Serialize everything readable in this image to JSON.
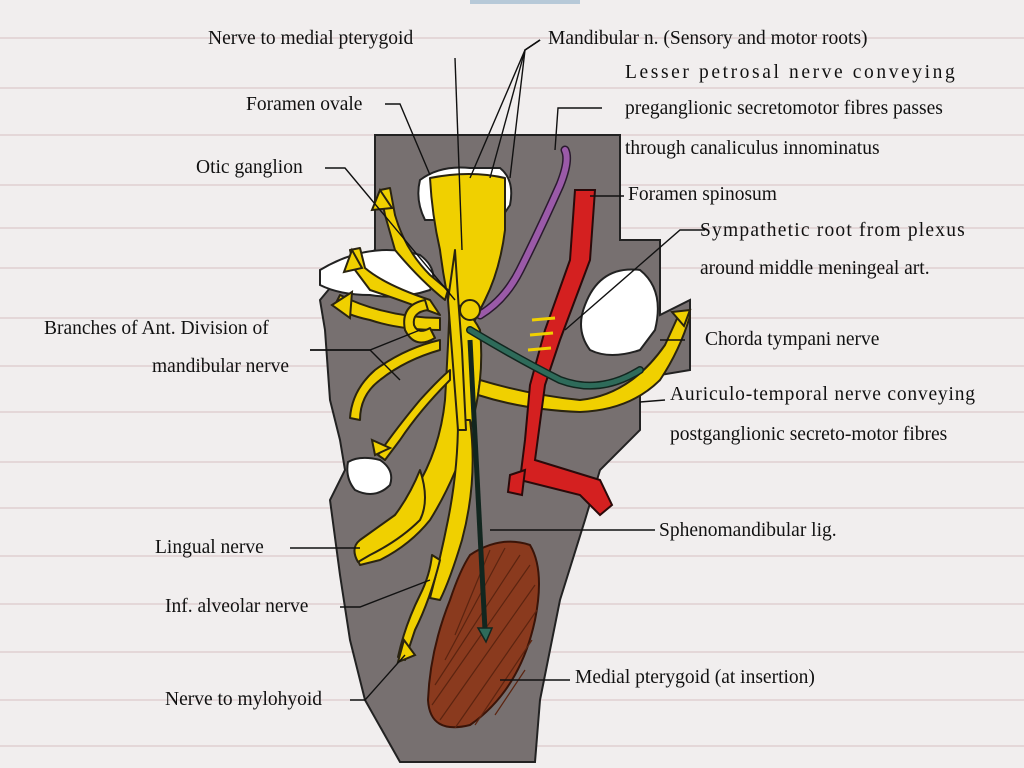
{
  "diagram": {
    "colors": {
      "background": "#f1eeee",
      "bone": "#777070",
      "nerve": "#f0d000",
      "nerve_outline": "#2a2410",
      "artery": "#d42020",
      "lesser_petrosal": "#9a5aa8",
      "chorda_tympani": "#2e6b5a",
      "muscle": "#8a3a1e",
      "leader": "#111111"
    },
    "labels": {
      "nerve_to_medial_pterygoid": "Nerve to medial pterygoid",
      "mandibular_n": "Mandibular n. (Sensory and motor roots)",
      "lesser_petrosal_1": "Lesser petrosal nerve conveying",
      "lesser_petrosal_2": "preganglionic secretomotor fibres passes",
      "lesser_petrosal_3": "through canaliculus innominatus",
      "foramen_ovale": "Foramen ovale",
      "otic_ganglion": "Otic ganglion",
      "foramen_spinosum": "Foramen spinosum",
      "sympathetic_1": "Sympathetic root from plexus",
      "sympathetic_2": "around middle meningeal art.",
      "branches_1": "Branches of Ant. Division of",
      "branches_2": "mandibular nerve",
      "chorda_tympani": "Chorda tympani nerve",
      "auriculo_1": "Auriculo-temporal nerve conveying",
      "auriculo_2": "postganglionic secreto-motor fibres",
      "lingual_nerve": "Lingual nerve",
      "sphenomandibular": "Sphenomandibular lig.",
      "inf_alveolar": "Inf. alveolar nerve",
      "medial_pterygoid": "Medial pterygoid (at insertion)",
      "nerve_to_mylohyoid": "Nerve to mylohyoid"
    }
  }
}
